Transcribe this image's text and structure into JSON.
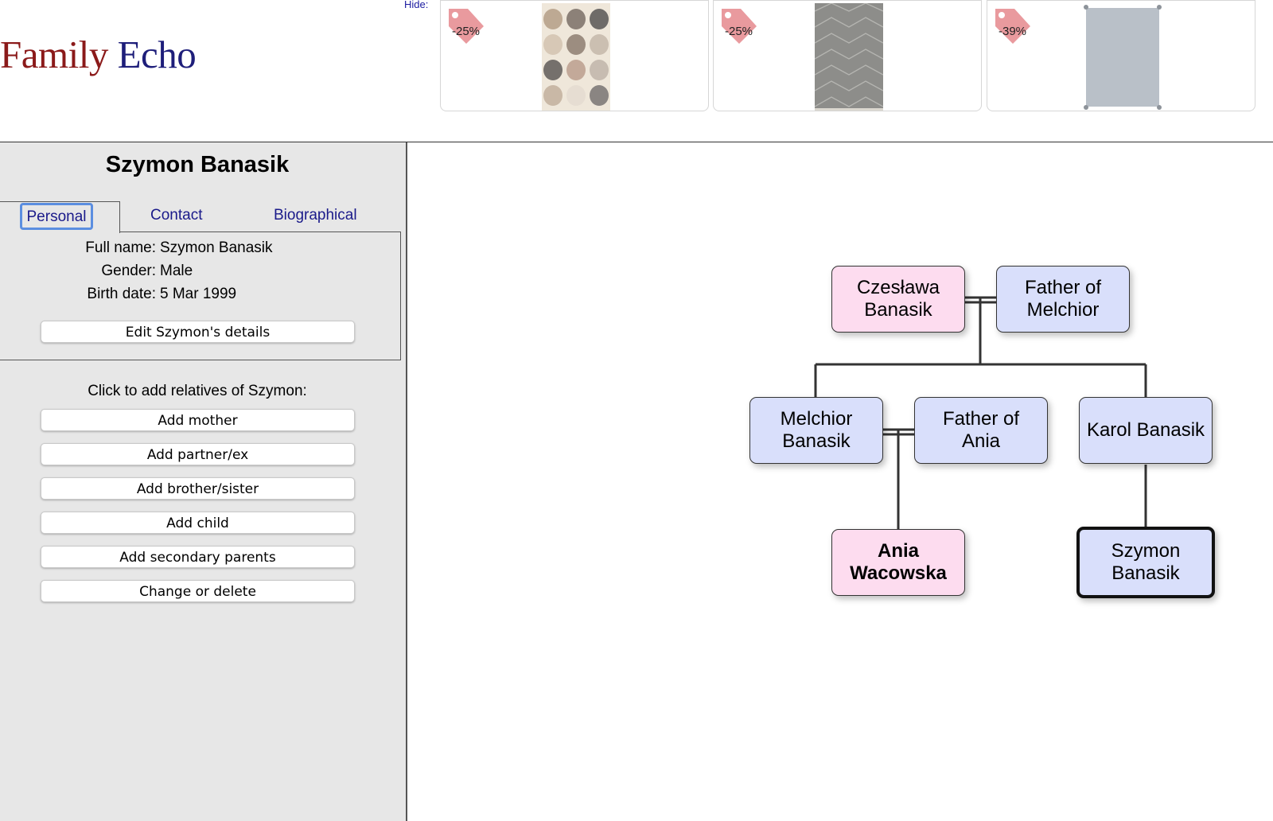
{
  "header": {
    "logo_word1": "Family",
    "logo_word2": "Echo",
    "hide_label": "Hide:"
  },
  "ads": [
    {
      "discount": "-25%",
      "image": "sheep-pattern-rug"
    },
    {
      "discount": "-25%",
      "image": "grey-diamond-rug"
    },
    {
      "discount": "-39%",
      "image": "light-grey-plain-rug"
    }
  ],
  "sidebar": {
    "person_name": "Szymon Banasik",
    "tabs": [
      "Personal",
      "Contact",
      "Biographical"
    ],
    "fields": [
      {
        "label": "Full name:",
        "value": "Szymon Banasik"
      },
      {
        "label": "Gender:",
        "value": "Male"
      },
      {
        "label": "Birth date:",
        "value": "5 Mar 1999"
      }
    ],
    "edit_button": "Edit Szymon's details",
    "add_relatives_text": "Click to add relatives of Szymon:",
    "buttons": [
      "Add mother",
      "Add partner/ex",
      "Add brother/sister",
      "Add child",
      "Add secondary parents",
      "Change or delete"
    ]
  },
  "tree": {
    "nodes": [
      {
        "name": "Czesława Banasik",
        "line1": "Czesława",
        "line2": "Banasik",
        "gender": "female"
      },
      {
        "name": "Father of Melchior",
        "line1": "Father of",
        "line2": "Melchior",
        "gender": "male"
      },
      {
        "name": "Melchior Banasik",
        "line1": "Melchior",
        "line2": "Banasik",
        "gender": "male"
      },
      {
        "name": "Father of Ania",
        "line1": "Father of",
        "line2": "Ania",
        "gender": "male"
      },
      {
        "name": "Karol Banasik",
        "line1": "Karol Banasik",
        "line2": "",
        "gender": "male"
      },
      {
        "name": "Ania Wacowska",
        "line1": "Ania",
        "line2": "Wacowska",
        "gender": "female",
        "bold": true
      },
      {
        "name": "Szymon Banasik",
        "line1": "Szymon",
        "line2": "Banasik",
        "gender": "male",
        "selected": true
      }
    ]
  },
  "colors": {
    "female_node": "#fddcef",
    "male_node": "#d9dffb",
    "sidebar_bg": "#e7e7e7",
    "link_blue": "#1a1a8a",
    "logo_red": "#8b1a1a",
    "logo_blue": "#1e1e7a",
    "tag_pink": "#e99a9e"
  }
}
